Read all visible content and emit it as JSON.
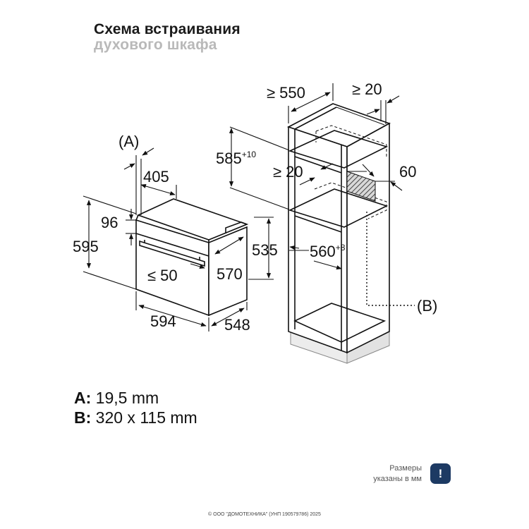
{
  "header": {
    "title_line1": "Схема встраивания",
    "title_line2": "духового шкафа"
  },
  "dimensions": {
    "oven_a_label": "(A)",
    "oven_depth_top": "405",
    "oven_front_offset": "96",
    "oven_height": "595",
    "oven_inner_height": "535",
    "oven_gap": "≤ 50",
    "oven_inner_depth": "570",
    "oven_width": "594",
    "oven_depth": "548",
    "cab_depth": "≥ 550",
    "cab_top_clearance": "≥ 20",
    "cab_niche_height": "585",
    "cab_niche_height_tol": "+10",
    "cab_shelf_gap": "≥ 20",
    "cab_vent": "60",
    "cab_niche_width": "560",
    "cab_niche_width_tol": "+8",
    "cab_b_label": "(B)"
  },
  "legend": {
    "a_key": "A:",
    "a_value": "19,5 mm",
    "b_key": "B:",
    "b_value": "320 x 115 mm"
  },
  "note": {
    "line1": "Размеры",
    "line2": "указаны в мм",
    "icon": "exclamation-icon",
    "icon_glyph": "!",
    "icon_color": "#1d3a63"
  },
  "footer": {
    "text": "© ООО \"ДОМОТЕХНИКА\" (УНП 190579786) 2025"
  }
}
